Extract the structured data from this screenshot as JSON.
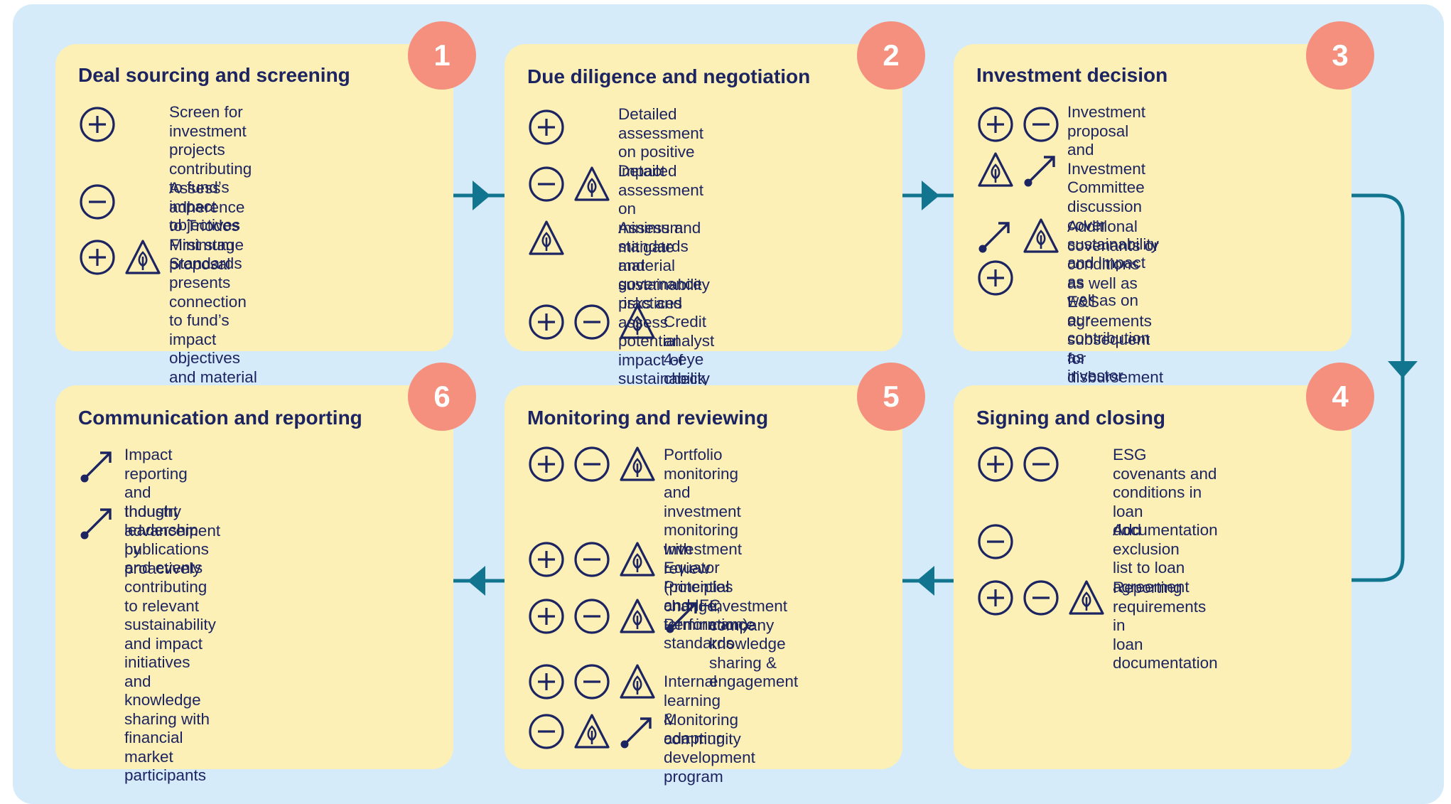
{
  "steps": [
    {
      "number": "1",
      "title": "Deal sourcing and screening",
      "items": [
        {
          "icons": [
            "plus-icon"
          ],
          "text": "Screen for investment\nprojects contributing to fund’s\nimpact objectives"
        },
        {
          "icons": [
            "minus-icon"
          ],
          "text": "Assess adherence to Triodos\nMinimum Standards"
        },
        {
          "icons": [
            "plus-icon",
            "sustainability-icon"
          ],
          "text": "First stage proposal presents\nconnection to fund’s impact\nobjectives and material\nsustainability risks"
        }
      ]
    },
    {
      "number": "2",
      "title": "Due diligence and negotiation",
      "items": [
        {
          "icons": [
            "plus-icon"
          ],
          "text": "Detailed assessment on positive\nimpact"
        },
        {
          "icons": [
            "minus-icon",
            "sustainability-icon"
          ],
          "text": "Detailed assessment on minimum\nstandards and governance practices"
        },
        {
          "icons": [
            "sustainability-icon"
          ],
          "text": "Assess and mitigate material\nsustainability risks and assess\npotential impact of sustainability\nfactors on financial value"
        },
        {
          "icons": [
            "plus-icon",
            "minus-icon",
            "sustainability-icon"
          ],
          "text": "Credit analyst 4-eye check"
        }
      ]
    },
    {
      "number": "3",
      "title": "Investment decision",
      "items": [
        {
          "icons": [
            "plus-icon",
            "minus-icon",
            "sustainability-icon",
            "engagement-icon"
          ],
          "text": "Investment proposal and\nInvestment Committee discussion\ncover sustainability and impact as\nwell as on our contribution as\ninvestor"
        },
        {
          "icons": [
            "engagement-icon",
            "sustainability-icon",
            "plus-icon"
          ],
          "text": "Additional covenants or conditions\nas well as E&S agreements\nsubsequent for disbursement or\nrenewal (optional)"
        }
      ]
    },
    {
      "number": "4",
      "title": "Signing  and closing",
      "items": [
        {
          "icons": [
            "plus-icon",
            "minus-icon"
          ],
          "text": "ESG covenants and\nconditions in loan\ndocumentation"
        },
        {
          "icons": [
            "minus-icon"
          ],
          "text": "Add exclusion list to loan\nagreement"
        },
        {
          "icons": [
            "plus-icon",
            "minus-icon",
            "sustainability-icon"
          ],
          "text": "Reporting requirements in\nloan documentation"
        }
      ]
    },
    {
      "number": "5",
      "title": "Monitoring and reviewing",
      "items": [
        {
          "icons": [
            "plus-icon",
            "minus-icon",
            "sustainability-icon"
          ],
          "text": "Portfolio monitoring and\ninvestment monitoring with\nEquator Principles and IFC\nPerformance standards"
        },
        {
          "icons": [
            "plus-icon",
            "minus-icon",
            "sustainability-icon"
          ],
          "text": "Investment review (potential\nchange, termination)"
        },
        {
          "icons": [
            "plus-icon",
            "minus-icon",
            "sustainability-icon",
            "engagement-icon"
          ],
          "text": "Investment company\nknowledge sharing &\nengagement"
        },
        {
          "icons": [
            "plus-icon",
            "minus-icon",
            "sustainability-icon"
          ],
          "text": "Internal learning & adapting"
        },
        {
          "icons": [
            "minus-icon",
            "sustainability-icon",
            "engagement-icon"
          ],
          "text": "Monitoring community\ndevelopment program"
        }
      ]
    },
    {
      "number": "6",
      "title": "Communication and reporting",
      "items": [
        {
          "icons": [
            "engagement-icon"
          ],
          "text": "Impact reporting and thought leadership\npublications and events"
        },
        {
          "icons": [
            "engagement-icon"
          ],
          "text": "Industry advancement by proactively\ncontributing to relevant sustainability\nand impact initiatives and knowledge\nsharing with financial market\nparticipants"
        }
      ]
    }
  ],
  "colors": {
    "frame_background": "#d6ebf9",
    "card_background": "#fdf0b6",
    "badge": "#f4907d",
    "text": "#1c2461",
    "connector": "#11758f"
  }
}
